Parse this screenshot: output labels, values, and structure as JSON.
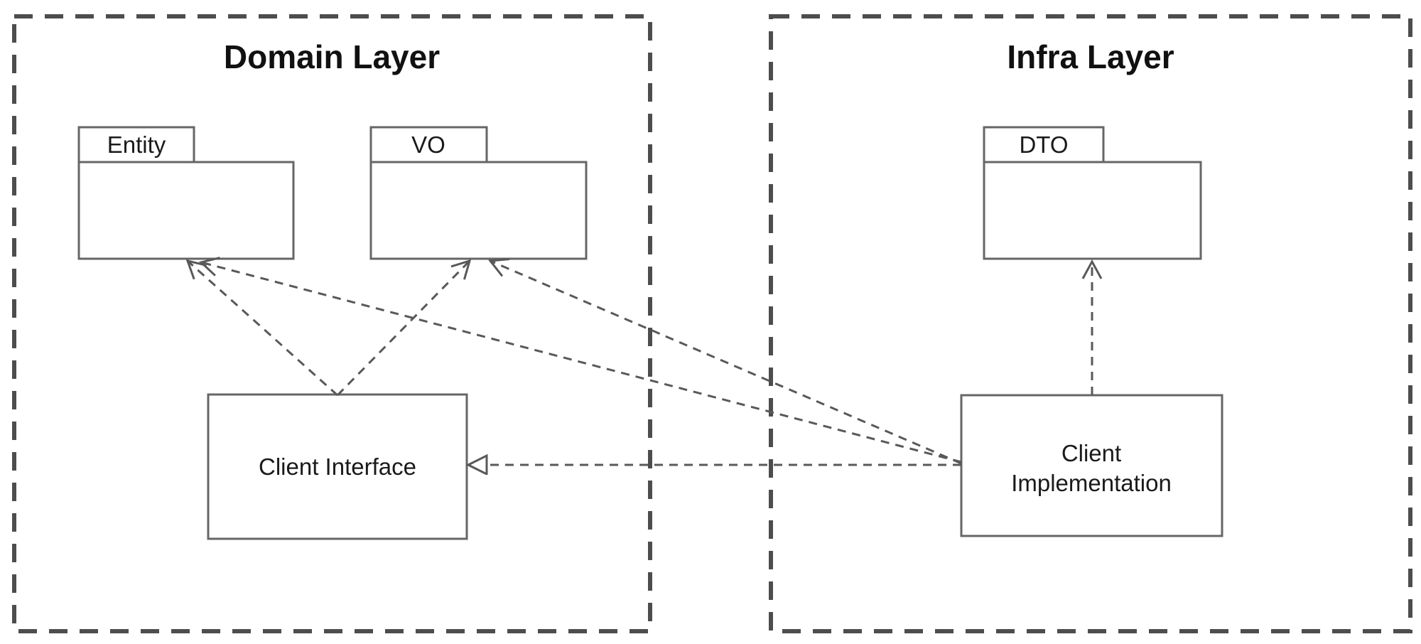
{
  "diagram": {
    "type": "uml-package-diagram",
    "background": "#ffffff",
    "containers": [
      {
        "title": "Domain Layer"
      },
      {
        "title": "Infra Layer"
      }
    ],
    "packages": [
      {
        "label": "Entity",
        "layer": "Domain Layer"
      },
      {
        "label": "VO",
        "layer": "Domain Layer"
      },
      {
        "label": "DTO",
        "layer": "Infra Layer"
      }
    ],
    "boxes": [
      {
        "lines": [
          "Client Interface"
        ],
        "layer": "Domain Layer"
      },
      {
        "lines": [
          "Client",
          "Implementation"
        ],
        "layer": "Infra Layer"
      }
    ],
    "relationships": [
      {
        "from": "Client Interface",
        "to": "Entity",
        "style": "dashed",
        "arrowhead": "open"
      },
      {
        "from": "Client Interface",
        "to": "VO",
        "style": "dashed",
        "arrowhead": "open"
      },
      {
        "from": "Client Implementation",
        "to": "Entity",
        "style": "dashed",
        "arrowhead": "open"
      },
      {
        "from": "Client Implementation",
        "to": "VO",
        "style": "dashed",
        "arrowhead": "open"
      },
      {
        "from": "Client Implementation",
        "to": "Client Interface",
        "style": "dashed",
        "arrowhead": "hollow-triangle"
      },
      {
        "from": "Client Implementation",
        "to": "DTO",
        "style": "dashed",
        "arrowhead": "open"
      }
    ],
    "colors": {
      "container_stroke": "#4d4d4d",
      "node_stroke": "#666666",
      "edge_stroke": "#595959",
      "title_text": "#111111",
      "label_text": "#1a1a1a",
      "fill": "#ffffff"
    }
  }
}
